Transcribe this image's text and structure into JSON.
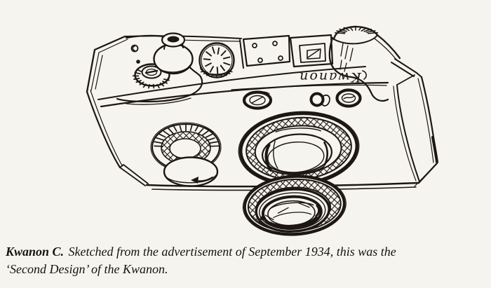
{
  "page": {
    "paper_color": "#f6f4ee",
    "ink_color": "#1c1710"
  },
  "figure": {
    "alt": "Hand-drawn ink sketch of the Kwanon C 35mm rangefinder camera seen from the upper front-left, with knurled dials, accessory shoe, viewfinder and protruding lens",
    "engraving_text": "Kwanon"
  },
  "caption": {
    "lead": "Kwanon C.",
    "line1": " Sketched from the advertisement of September 1934, this was the",
    "line2": "‘Second Design’ of the Kwanon."
  }
}
